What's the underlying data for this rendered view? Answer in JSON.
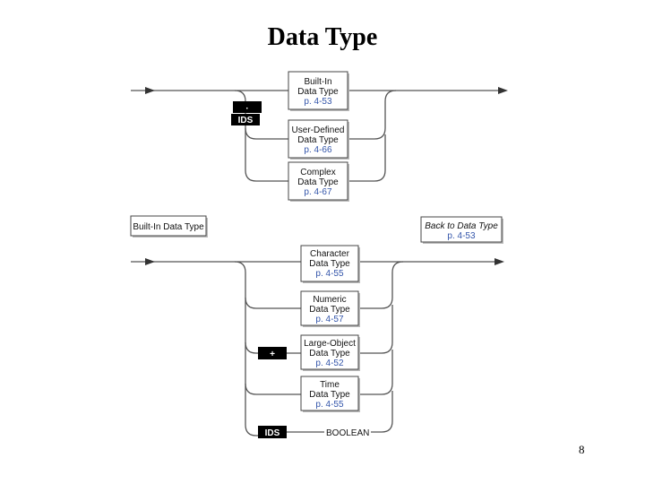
{
  "title": "Data Type",
  "page_number": "8",
  "colors": {
    "link": "#3355aa",
    "tag_bg": "#000000",
    "line": "#555555"
  },
  "top_diagram": {
    "tag_dot": "·",
    "tag_ids": "IDS",
    "boxes": [
      {
        "line1": "Built-In",
        "line2": "Data Type",
        "page": "p. 4-53"
      },
      {
        "line1": "User-Defined",
        "line2": "Data Type",
        "page": "p. 4-66"
      },
      {
        "line1": "Complex",
        "line2": "Data Type",
        "page": "p. 4-67"
      }
    ]
  },
  "label_builtin": "Built-In Data Type",
  "back_ref": {
    "line1": "Back to Data Type",
    "page": "p. 4-53"
  },
  "bottom_diagram": {
    "boxes": [
      {
        "line1": "Character",
        "line2": "Data Type",
        "page": "p. 4-55"
      },
      {
        "line1": "Numeric",
        "line2": "Data Type",
        "page": "p. 4-57"
      },
      {
        "line1": "Large-Object",
        "line2": "Data Type",
        "page": "p. 4-52"
      },
      {
        "line1": "Time",
        "line2": "Data Type",
        "page": "p. 4-55"
      }
    ],
    "tag_plus": "+",
    "tag_ids": "IDS",
    "boolean_label": "BOOLEAN"
  }
}
